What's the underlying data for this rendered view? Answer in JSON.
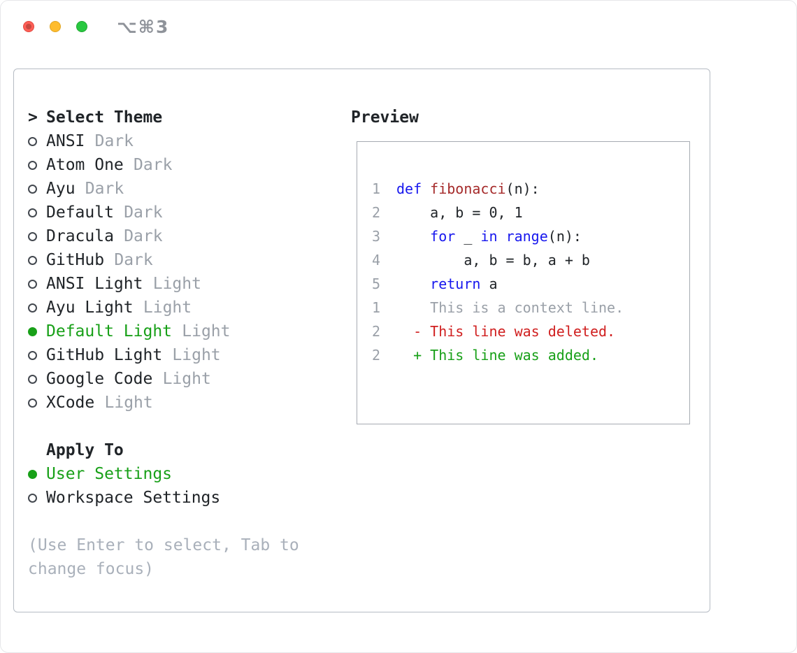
{
  "window": {
    "shortcut": "⌥⌘3",
    "traffic_lights": [
      "close",
      "minimize",
      "zoom"
    ]
  },
  "colors": {
    "green": "#18a018",
    "red": "#d01f1f",
    "blue": "#1717ee",
    "maroon": "#a52a2a",
    "muted": "#9aa0a8",
    "hint": "#a9b0ba",
    "text": "#202428"
  },
  "theme_selector": {
    "prompt": ">",
    "title": "Select Theme",
    "items": [
      {
        "name": "ANSI",
        "variant": "Dark",
        "selected": false
      },
      {
        "name": "Atom One",
        "variant": "Dark",
        "selected": false
      },
      {
        "name": "Ayu",
        "variant": "Dark",
        "selected": false
      },
      {
        "name": "Default",
        "variant": "Dark",
        "selected": false
      },
      {
        "name": "Dracula",
        "variant": "Dark",
        "selected": false
      },
      {
        "name": "GitHub",
        "variant": "Dark",
        "selected": false
      },
      {
        "name": "ANSI Light",
        "variant": "Light",
        "selected": false
      },
      {
        "name": "Ayu Light",
        "variant": "Light",
        "selected": false
      },
      {
        "name": "Default Light",
        "variant": "Light",
        "selected": true
      },
      {
        "name": "GitHub Light",
        "variant": "Light",
        "selected": false
      },
      {
        "name": "Google Code",
        "variant": "Light",
        "selected": false
      },
      {
        "name": "XCode",
        "variant": "Light",
        "selected": false
      }
    ]
  },
  "apply_to": {
    "title": "Apply To",
    "options": [
      {
        "label": "User Settings",
        "selected": true
      },
      {
        "label": "Workspace Settings",
        "selected": false
      }
    ]
  },
  "hint": {
    "text": "(Use Enter to select, Tab to change focus)"
  },
  "preview": {
    "title": "Preview",
    "lines": [
      {
        "num": "1",
        "tokens": [
          {
            "text": "def ",
            "color": "keyword"
          },
          {
            "text": "fibonacci",
            "color": "function"
          },
          {
            "text": "(n):",
            "color": "plain"
          }
        ]
      },
      {
        "num": "2",
        "tokens": [
          {
            "text": "    a, b = 0, 1",
            "color": "plain"
          }
        ]
      },
      {
        "num": "3",
        "tokens": [
          {
            "text": "    ",
            "color": "plain"
          },
          {
            "text": "for",
            "color": "keyword"
          },
          {
            "text": " _ ",
            "color": "plain"
          },
          {
            "text": "in",
            "color": "keyword"
          },
          {
            "text": " ",
            "color": "plain"
          },
          {
            "text": "range",
            "color": "keyword"
          },
          {
            "text": "(n):",
            "color": "plain"
          }
        ]
      },
      {
        "num": "4",
        "tokens": [
          {
            "text": "        a, b = b, a + b",
            "color": "plain"
          }
        ]
      },
      {
        "num": "5",
        "tokens": [
          {
            "text": "    ",
            "color": "plain"
          },
          {
            "text": "return",
            "color": "keyword"
          },
          {
            "text": " a",
            "color": "plain"
          }
        ]
      },
      {
        "num": "",
        "tokens": []
      },
      {
        "num": "1",
        "tokens": [
          {
            "text": "    This is a context line.",
            "color": "context"
          }
        ]
      },
      {
        "num": "2",
        "tokens": [
          {
            "text": "  - This line was deleted.",
            "color": "deleted"
          }
        ]
      },
      {
        "num": "2",
        "tokens": [
          {
            "text": "  + This line was added.",
            "color": "added"
          }
        ]
      }
    ]
  }
}
